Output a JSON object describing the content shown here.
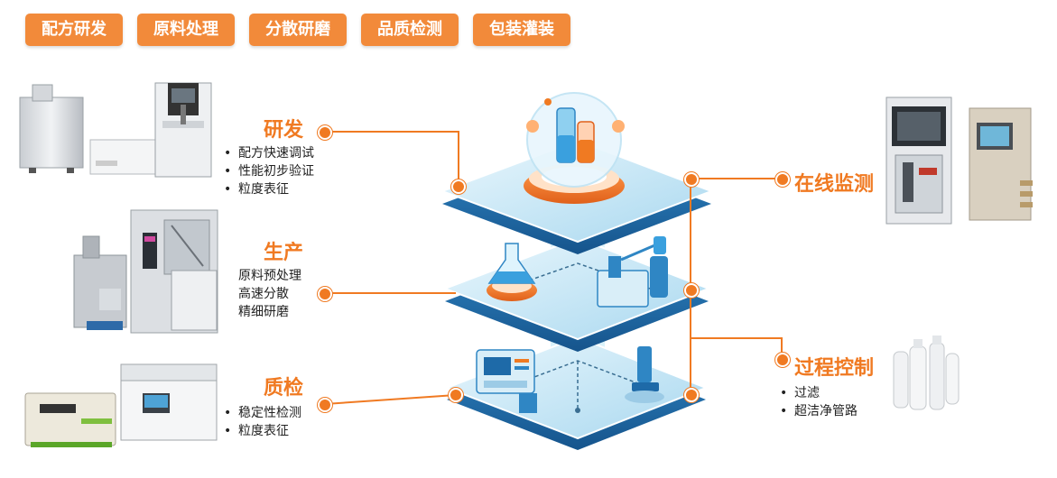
{
  "tabs": [
    "配方研发",
    "原料处理",
    "分散研磨",
    "品质检测",
    "包装灌装"
  ],
  "left_sections": [
    {
      "title": "研发",
      "items": [
        "配方快速调试",
        "性能初步验证",
        "粒度表征"
      ],
      "bulleted": true
    },
    {
      "title": "生产",
      "items": [
        "原料预处理",
        "高速分散",
        "精细研磨"
      ],
      "bulleted": false
    },
    {
      "title": "质检",
      "items": [
        "稳定性检测",
        "粒度表征"
      ],
      "bulleted": true
    }
  ],
  "right_sections": [
    {
      "title": "在线监测",
      "items": []
    },
    {
      "title": "过程控制",
      "items": [
        "过滤",
        "超洁净管路"
      ]
    }
  ],
  "colors": {
    "accent": "#f28a3a",
    "platform": "#bfe3f3",
    "platform_dark": "#1e6aa8"
  }
}
